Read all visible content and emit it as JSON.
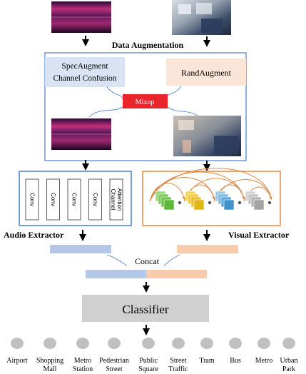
{
  "stages": {
    "augmentation_title": "Data Augmentation",
    "audio_aug_line1": "SpecAugment",
    "audio_aug_line2": "Channel Confusion",
    "visual_aug": "RandAugment",
    "mixup": "Mixup"
  },
  "audio_extractor": {
    "title": "Audio Extractor",
    "blocks": [
      "Conv",
      "Conv",
      "Conv",
      "Conv",
      "Channel Attention"
    ]
  },
  "visual_extractor": {
    "title": "Visual Extractor"
  },
  "fusion": {
    "concat_label": "Concat",
    "classifier_label": "Classifier"
  },
  "classes": [
    [
      "Airport"
    ],
    [
      "Shopping",
      "Mall"
    ],
    [
      "Metro",
      "Station"
    ],
    [
      "Pedestrian",
      "Street"
    ],
    [
      "Public",
      "Square"
    ],
    [
      "Street",
      "Traffic"
    ],
    [
      "Tram"
    ],
    [
      "Bus"
    ],
    [
      "Metro"
    ],
    [
      "Urban",
      "Park"
    ]
  ],
  "colors": {
    "audio_accent": "#4a7bd0",
    "visual_accent": "#e8873a",
    "audio_feature": "#b4c7e7",
    "visual_feature": "#f8cbad",
    "mixup": "#e8252a",
    "audio_aug_box": "#dae3f3",
    "visual_aug_box": "#fbe5d6",
    "classifier": "#d0d0d0",
    "class_dot": "#c0c0c0"
  }
}
